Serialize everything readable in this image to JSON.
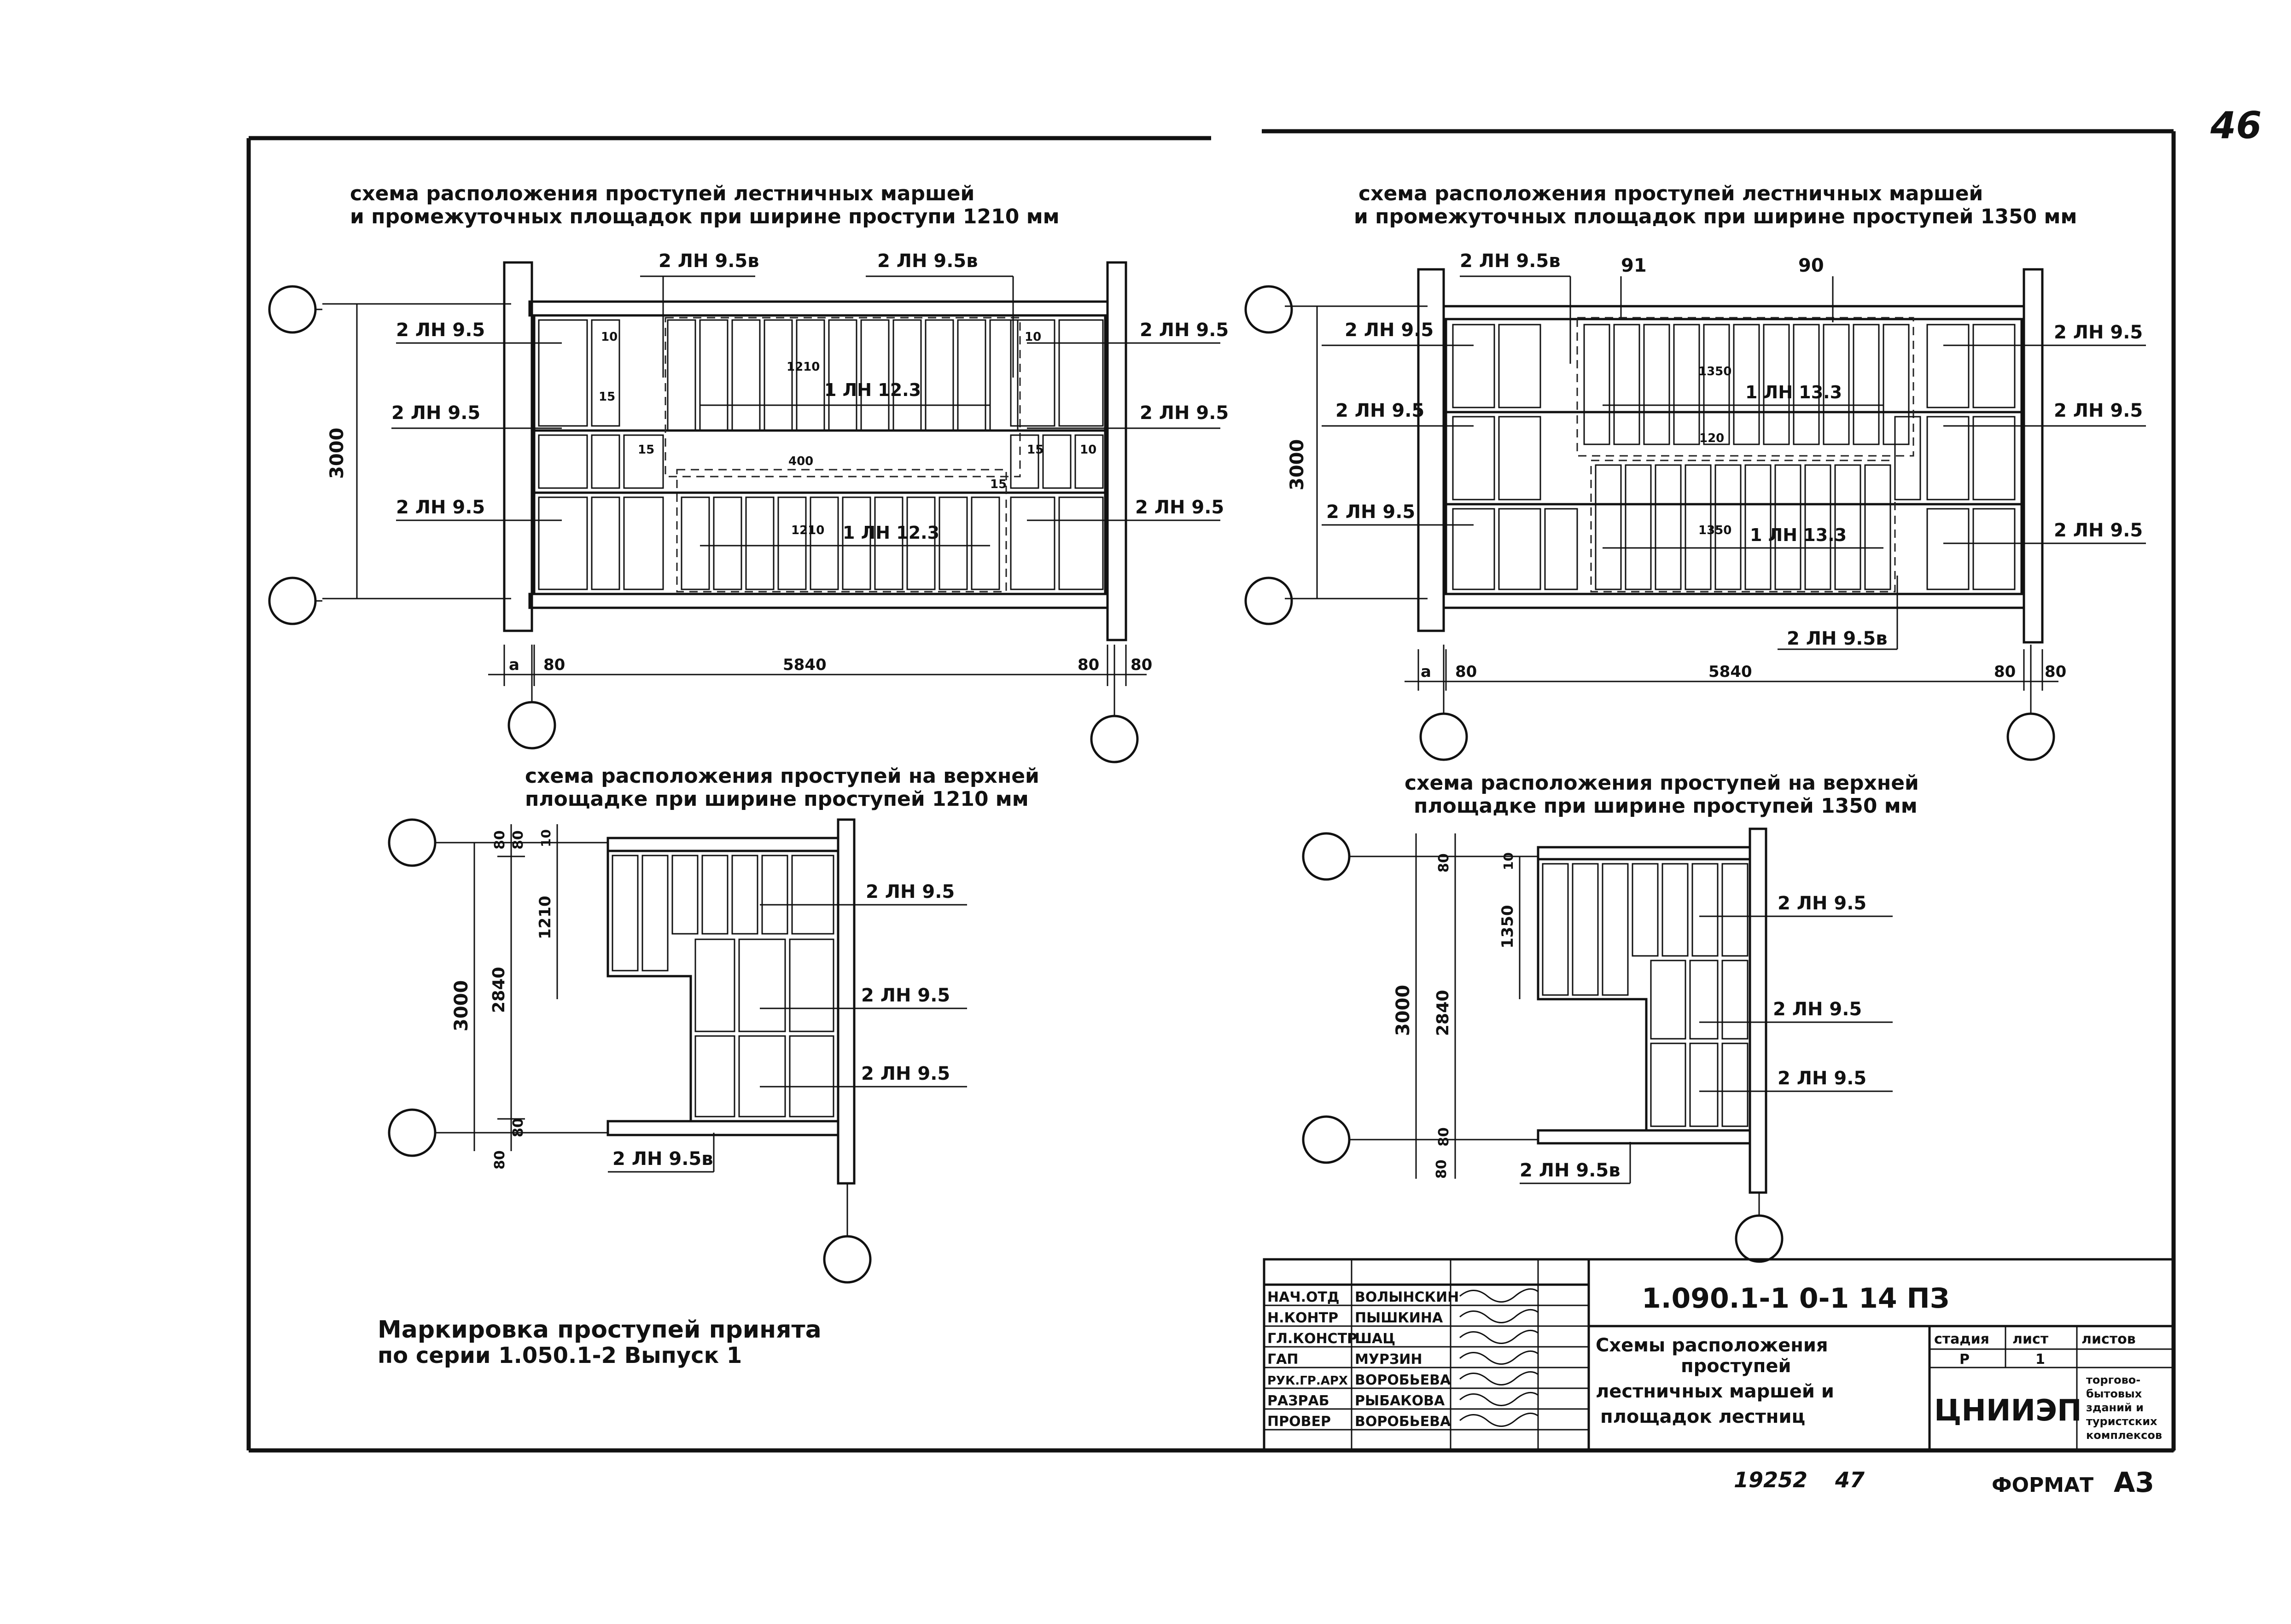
{
  "sheet": {
    "page_number": "46",
    "format_label": "ФОРМАТ",
    "format_value": "А3",
    "inventory_number": "19252",
    "copy_number": "47",
    "marking_note": [
      "Маркировка проступей принята",
      "по серии 1.050.1-2     Выпуск 1"
    ]
  },
  "title_block": {
    "code": "1.090.1-1   0-1   14 ПЗ",
    "description": [
      "Схемы расположения",
      "проступей",
      "лестничных маршей и",
      "площадок лестниц"
    ],
    "stage_header": "стадия",
    "sheet_header": "лист",
    "sheets_header": "листов",
    "stage_value": "Р",
    "sheet_value": "1",
    "org": "ЦНИИЭП",
    "org_subtitle": [
      "торгово-",
      "бытовых",
      "зданий и",
      "туристских",
      "комплексов"
    ],
    "signatures": [
      {
        "role": "НАЧ.ОТД",
        "name": "ВОЛЫНСКИН"
      },
      {
        "role": "Н.КОНТР",
        "name": "ПЫШКИНА"
      },
      {
        "role": "ГЛ.КОНСТР",
        "name": "ШАЦ"
      },
      {
        "role": "ГАП",
        "name": "МУРЗИН"
      },
      {
        "role": "РУК.ГР.АРХ",
        "name": "ВОРОБЬЕВА"
      },
      {
        "role": "РАЗРАБ",
        "name": "РЫБАКОВА"
      },
      {
        "role": "ПРОВЕР",
        "name": "ВОРОБЬЕВА"
      }
    ]
  },
  "schemes": {
    "s1": {
      "title": [
        "схема расположения проступей лестничных маршей",
        "и промежуточных площадок при ширине проступи 1210 мм"
      ],
      "labels_left": [
        "2 ЛН 9.5",
        "2 ЛН 9.5",
        "2 ЛН 9.5"
      ],
      "labels_right": [
        "2 ЛН 9.5",
        "2 ЛН 9.5",
        "2 ЛН 9.5"
      ],
      "labels_top": [
        "2 ЛН 9.5в",
        "2 ЛН 9.5в"
      ],
      "flight_upper": "1 ЛН 12.3",
      "flight_lower": "1 ЛН 12.3",
      "dims": {
        "height": "3000",
        "length": "5840",
        "left_a": "а",
        "left_80": "80",
        "right_80a": "80",
        "right_80b": "80",
        "w1": "1210",
        "w2": "1210",
        "d1": "400"
      },
      "small": {
        "s10": "10",
        "s15": "15"
      }
    },
    "s2": {
      "title": [
        "схема расположения проступей лестничных маршей",
        "и промежуточных площадок при ширине проступей 1350 мм"
      ],
      "labels_left": [
        "2 ЛН 9.5",
        "2 ЛН 9.5",
        "2 ЛН 9.5"
      ],
      "labels_right": [
        "2 ЛН 9.5",
        "2 ЛН 9.5",
        "2 ЛН 9.5"
      ],
      "labels_top": [
        "2 ЛН 9.5в",
        "91",
        "90"
      ],
      "label_bottom": "2 ЛН 9.5в",
      "flight_upper": "1 ЛН 13.3",
      "flight_lower": "1 ЛН 13.3",
      "dims": {
        "height": "3000",
        "length": "5840",
        "left_a": "а",
        "left_80": "80",
        "right_80a": "80",
        "right_80b": "80",
        "w1": "1350",
        "w2": "1350",
        "d1": "120"
      }
    },
    "s3": {
      "title": [
        "схема расположения проступей на верхней",
        "площадке при ширине проступей 1210 мм"
      ],
      "labels_right": [
        "2 ЛН 9.5",
        "2 ЛН 9.5",
        "2 ЛН 9.5"
      ],
      "label_bottom": "2 ЛН 9.5в",
      "dims": {
        "height": "3000",
        "inner": "2840",
        "top_80a": "80",
        "top_80b": "80",
        "bot_80a": "80",
        "bot_80b": "80",
        "w": "1210",
        "s10": "10"
      }
    },
    "s4": {
      "title": [
        "схема расположения проступей на верхней",
        "площадке при ширине проступей 1350 мм"
      ],
      "labels_right": [
        "2 ЛН 9.5",
        "2 ЛН 9.5",
        "2 ЛН 9.5"
      ],
      "label_bottom": "2 ЛН 9.5в",
      "dims": {
        "height": "3000",
        "inner": "2840",
        "top_80": "80",
        "bot_80a": "80",
        "bot_80b": "80",
        "w": "1350",
        "s10": "10"
      }
    }
  }
}
